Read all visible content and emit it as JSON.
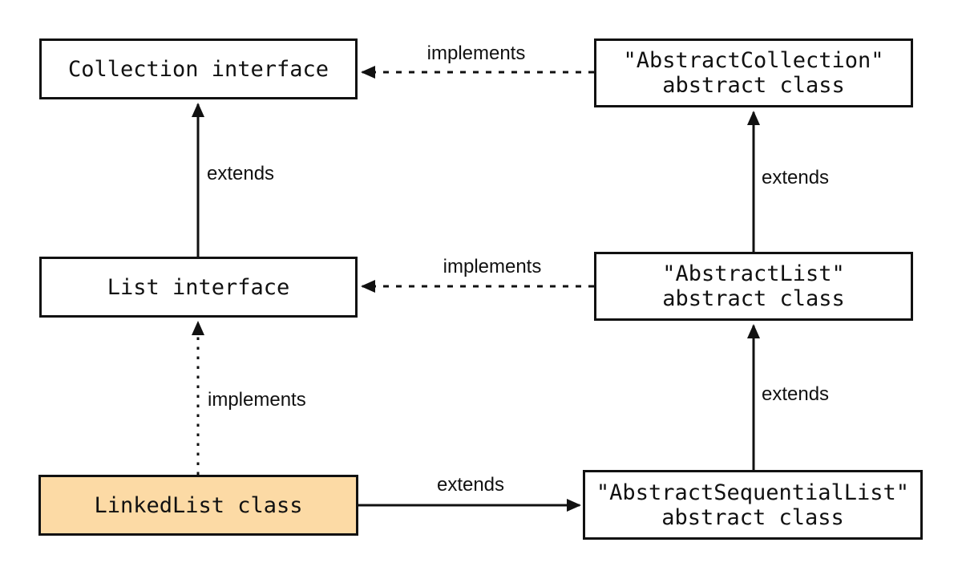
{
  "diagram": {
    "colors": {
      "ink": "#111111",
      "highlight_fill": "#FCDAA5",
      "background": "#ffffff"
    },
    "nodes": {
      "collection_interface": {
        "label": "Collection interface"
      },
      "abstract_collection": {
        "label": "\"AbstractCollection\"\nabstract class"
      },
      "list_interface": {
        "label": "List interface"
      },
      "abstract_list": {
        "label": "\"AbstractList\"\nabstract class"
      },
      "linkedlist_class": {
        "label": "LinkedList class",
        "fill": "#FCDAA5"
      },
      "abstract_sequential_list": {
        "label": "\"AbstractSequentialList\"\nabstract class"
      }
    },
    "edges": {
      "implements_top": {
        "label": "implements",
        "style": "dashed",
        "from": "abstract_collection",
        "to": "collection_interface"
      },
      "extends_left": {
        "label": "extends",
        "style": "solid",
        "from": "list_interface",
        "to": "collection_interface"
      },
      "extends_right_top": {
        "label": "extends",
        "style": "solid",
        "from": "abstract_list",
        "to": "abstract_collection"
      },
      "implements_mid": {
        "label": "implements",
        "style": "dashed",
        "from": "abstract_list",
        "to": "list_interface"
      },
      "implements_vertical": {
        "label": "implements",
        "style": "dotted",
        "from": "linkedlist_class",
        "to": "list_interface"
      },
      "extends_right_bottom": {
        "label": "extends",
        "style": "solid",
        "from": "abstract_sequential_list",
        "to": "abstract_list"
      },
      "extends_bottom": {
        "label": "extends",
        "style": "solid",
        "from": "linkedlist_class",
        "to": "abstract_sequential_list"
      }
    }
  }
}
